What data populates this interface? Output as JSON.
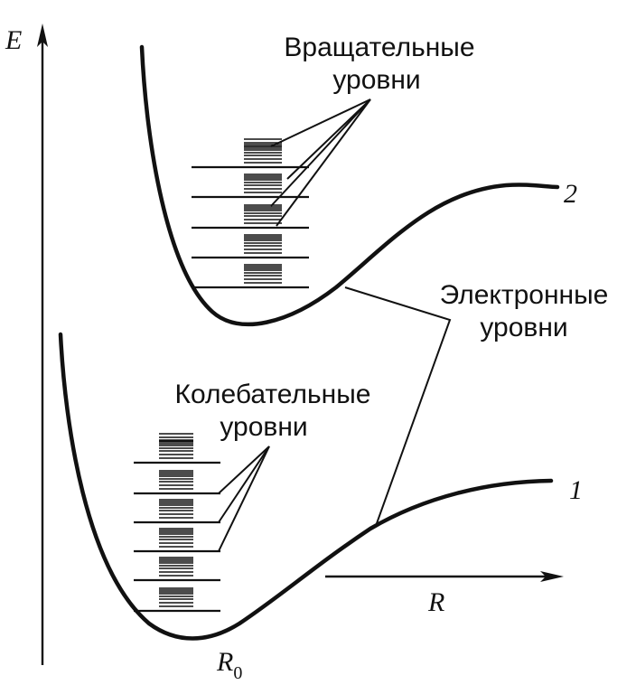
{
  "axes": {
    "energy_label": "E",
    "distance_label": "R",
    "equilibrium_label": "R",
    "equilibrium_subscript": "0"
  },
  "curves": {
    "lower_number": "1",
    "upper_number": "2"
  },
  "labels": {
    "rotational_line1": "Вращательные",
    "rotational_line2": "уровни",
    "electronic_line1": "Электронные",
    "electronic_line2": "уровни",
    "vibrational_line1": "Колебательные",
    "vibrational_line2": "уровни"
  }
}
